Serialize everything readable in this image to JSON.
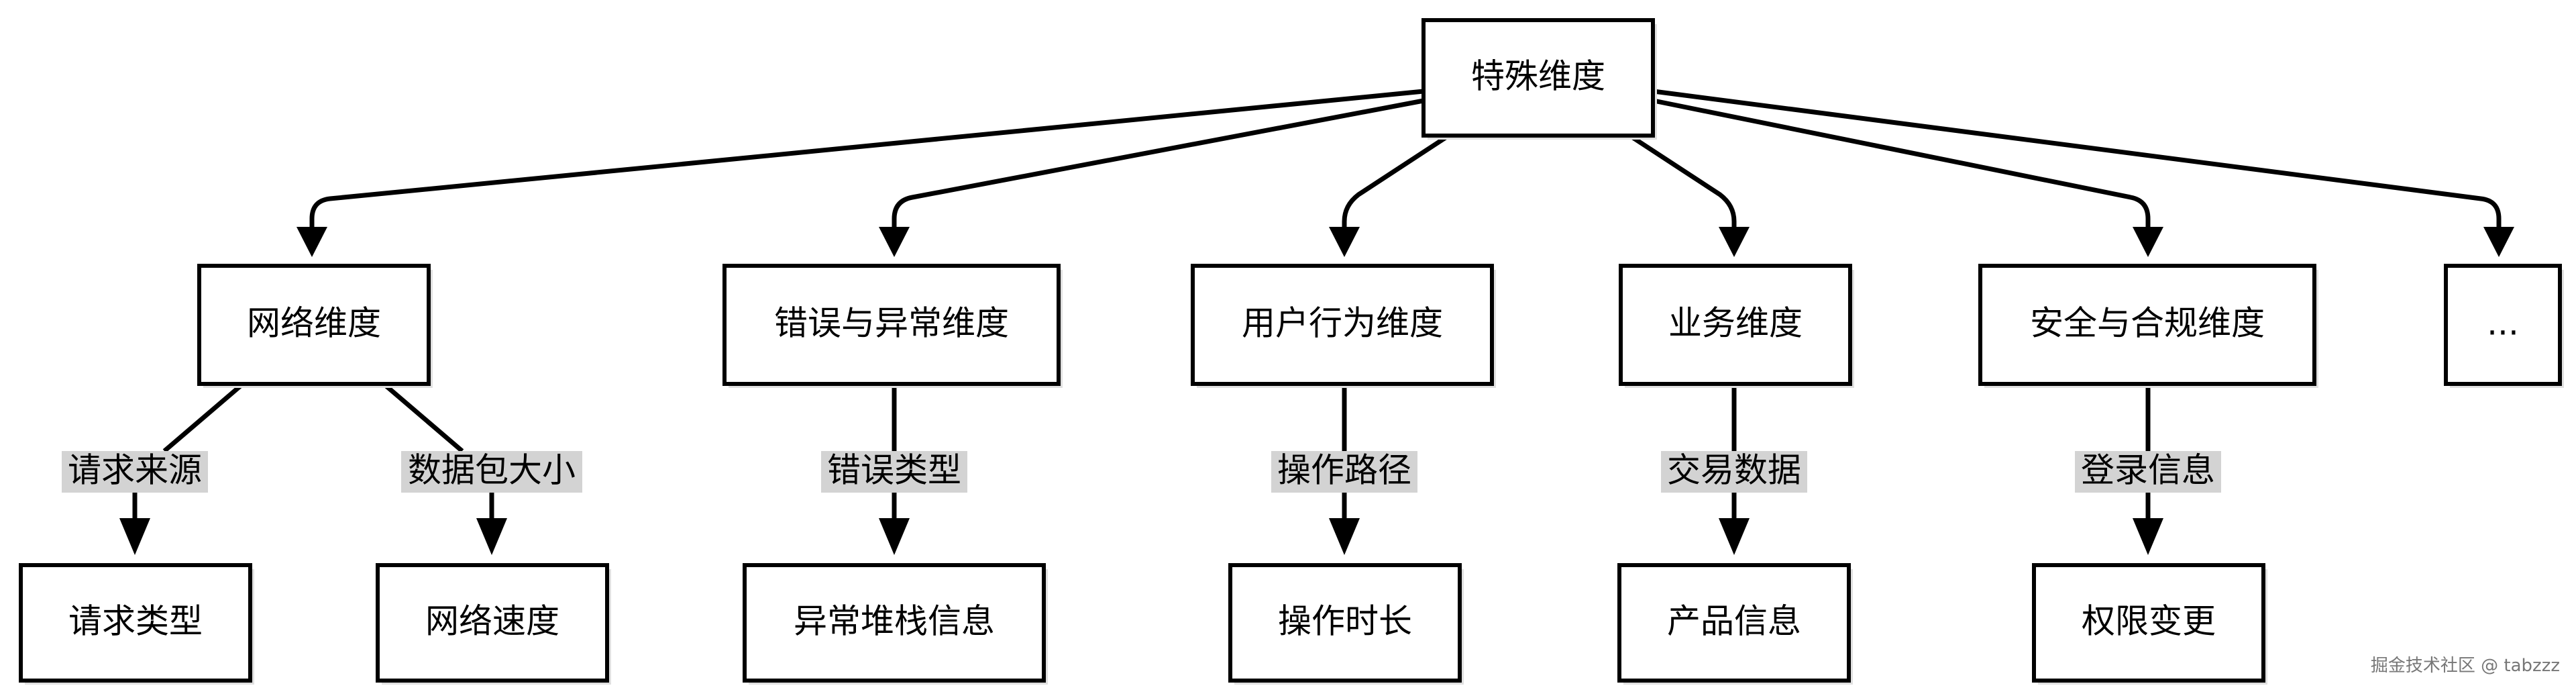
{
  "nodes": {
    "root": "特殊维度",
    "network": "网络维度",
    "error": "错误与异常维度",
    "user_behavior": "用户行为维度",
    "business": "业务维度",
    "security": "安全与合规维度",
    "more": "...",
    "request_type": "请求类型",
    "network_speed": "网络速度",
    "stack_info": "异常堆栈信息",
    "op_duration": "操作时长",
    "product_info": "产品信息",
    "permission_change": "权限变更"
  },
  "edge_labels": {
    "request_source": "请求来源",
    "packet_size": "数据包大小",
    "error_type": "错误类型",
    "op_path": "操作路径",
    "trade_data": "交易数据",
    "login_info": "登录信息"
  },
  "watermark": "掘金技术社区 @ tabzzz"
}
